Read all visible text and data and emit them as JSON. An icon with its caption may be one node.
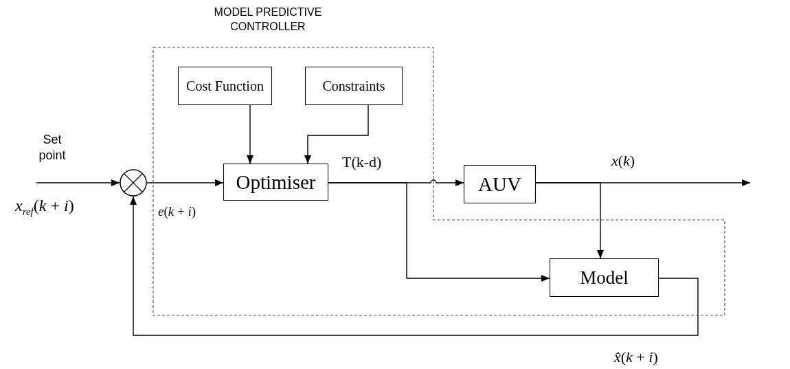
{
  "diagram": {
    "nodes": [
      {
        "text": [
          "MODEL PREDICTIVE CONTROLLER"
        ]
      },
      {
        "text": [
          "Cost Function"
        ],
        "in": 0
      },
      {
        "text": [
          "Constraints"
        ],
        "in": 0
      },
      {
        "text": [
          "Optimiser"
        ],
        "in": 0
      },
      {
        "text": [
          "AUV"
        ]
      },
      {
        "text": [
          "Model"
        ],
        "in": 0
      },
      {
        "text": [],
        "shape": "circle"
      }
    ],
    "edges": [
      {
        "from": null,
        "to": 6,
        "arrow": "to"
      },
      {
        "from": 6,
        "to": 3,
        "arrow": "to",
        "label": "*e*(*k* + *i*)"
      },
      {
        "from": 1,
        "to": 3,
        "arrow": "to"
      },
      {
        "from": 2,
        "to": 3,
        "arrow": "to"
      },
      {
        "from": 3,
        "to": 4,
        "arrow": "to",
        "label": "T(k-d)"
      },
      {
        "from": 3,
        "to": 5,
        "arrow": "to"
      },
      {
        "from": 4,
        "to": null,
        "arrow": "to",
        "label": "*x*(*k*)"
      },
      {
        "from": 4,
        "to": 5,
        "arrow": "to"
      },
      {
        "from": 5,
        "to": 6,
        "arrow": "to",
        "label": "*x̂*(*k* + *i*)"
      }
    ],
    "labels": [
      "Set point",
      "*x*$_{ref}$(*k* + *i*)"
    ]
  }
}
